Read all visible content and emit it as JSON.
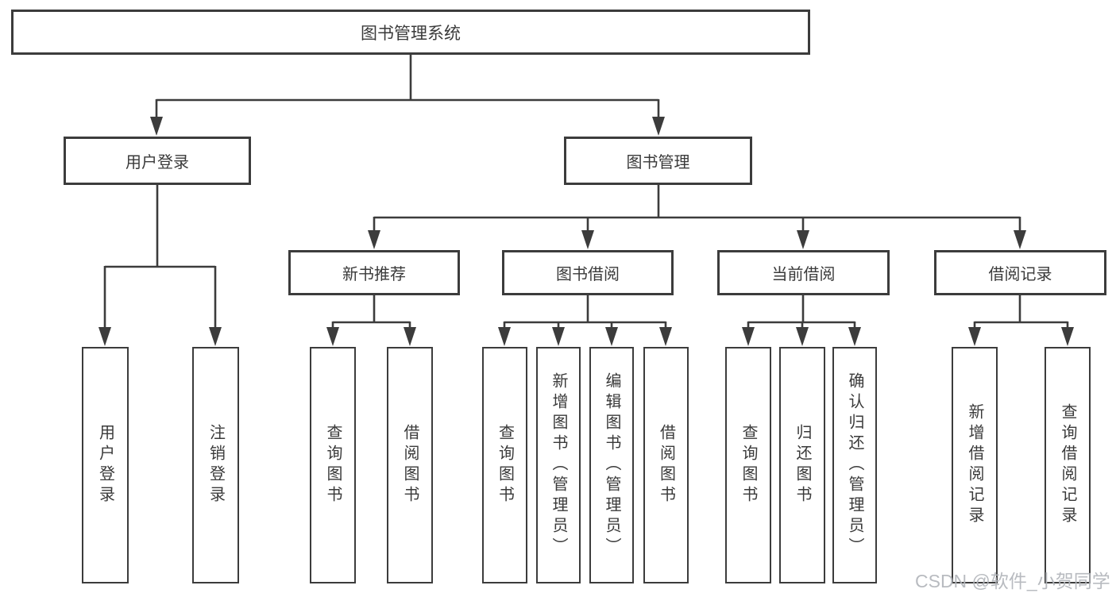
{
  "diagram": {
    "root": {
      "label": "图书管理系统"
    },
    "branches": [
      {
        "label": "用户登录",
        "children": [
          {
            "label": "用户登录"
          },
          {
            "label": "注销登录"
          }
        ]
      },
      {
        "label": "图书管理",
        "sections": [
          {
            "label": "新书推荐",
            "children": [
              {
                "label": "查询图书"
              },
              {
                "label": "借阅图书"
              }
            ]
          },
          {
            "label": "图书借阅",
            "children": [
              {
                "label": "查询图书"
              },
              {
                "label": "新增图书（管理员）"
              },
              {
                "label": "编辑图书（管理员）"
              },
              {
                "label": "借阅图书"
              }
            ]
          },
          {
            "label": "当前借阅",
            "children": [
              {
                "label": "查询图书"
              },
              {
                "label": "归还图书"
              },
              {
                "label": "确认归还（管理员）"
              }
            ]
          },
          {
            "label": "借阅记录",
            "children": [
              {
                "label": "新增借阅记录"
              },
              {
                "label": "查询借阅记录"
              }
            ]
          }
        ]
      }
    ]
  },
  "watermark": {
    "text": "CSDN @软件_小贺同学"
  },
  "colors": {
    "line": "#3c3c3c",
    "text": "#3a3a3a",
    "background": "#ffffff",
    "watermark": "#b3b6bb"
  }
}
